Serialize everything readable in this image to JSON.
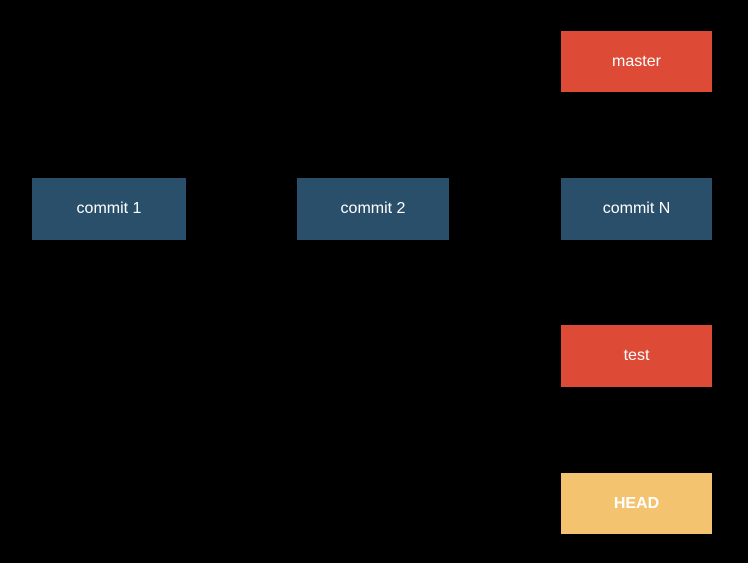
{
  "diagram": {
    "background_color": "#000000",
    "arrow_color": "#000000",
    "nodes": [
      {
        "id": "master",
        "label": "master",
        "kind": "branch-pointer",
        "fill": "#DD4B37",
        "text_color": "#FFFFFF",
        "bold": false
      },
      {
        "id": "commit-1",
        "label": "commit 1",
        "kind": "commit",
        "fill": "#2A4F6A",
        "text_color": "#FFFFFF",
        "bold": false
      },
      {
        "id": "commit-2",
        "label": "commit 2",
        "kind": "commit",
        "fill": "#2A4F6A",
        "text_color": "#FFFFFF",
        "bold": false
      },
      {
        "id": "commit-N",
        "label": "commit N",
        "kind": "commit",
        "fill": "#2A4F6A",
        "text_color": "#FFFFFF",
        "bold": false
      },
      {
        "id": "test",
        "label": "test",
        "kind": "branch-pointer",
        "fill": "#DD4B37",
        "text_color": "#FFFFFF",
        "bold": false
      },
      {
        "id": "HEAD",
        "label": "HEAD",
        "kind": "head-pointer",
        "fill": "#F4C36F",
        "text_color": "#FFFFFF",
        "bold": true
      }
    ],
    "edges": [
      {
        "from": "commit-1",
        "to": "commit-2",
        "direction": "right"
      },
      {
        "from": "commit-2",
        "to": "commit-N",
        "direction": "right"
      },
      {
        "from": "master",
        "to": "commit-N",
        "direction": "down"
      },
      {
        "from": "test",
        "to": "commit-N",
        "direction": "up"
      },
      {
        "from": "HEAD",
        "to": "test",
        "direction": "up"
      }
    ]
  }
}
